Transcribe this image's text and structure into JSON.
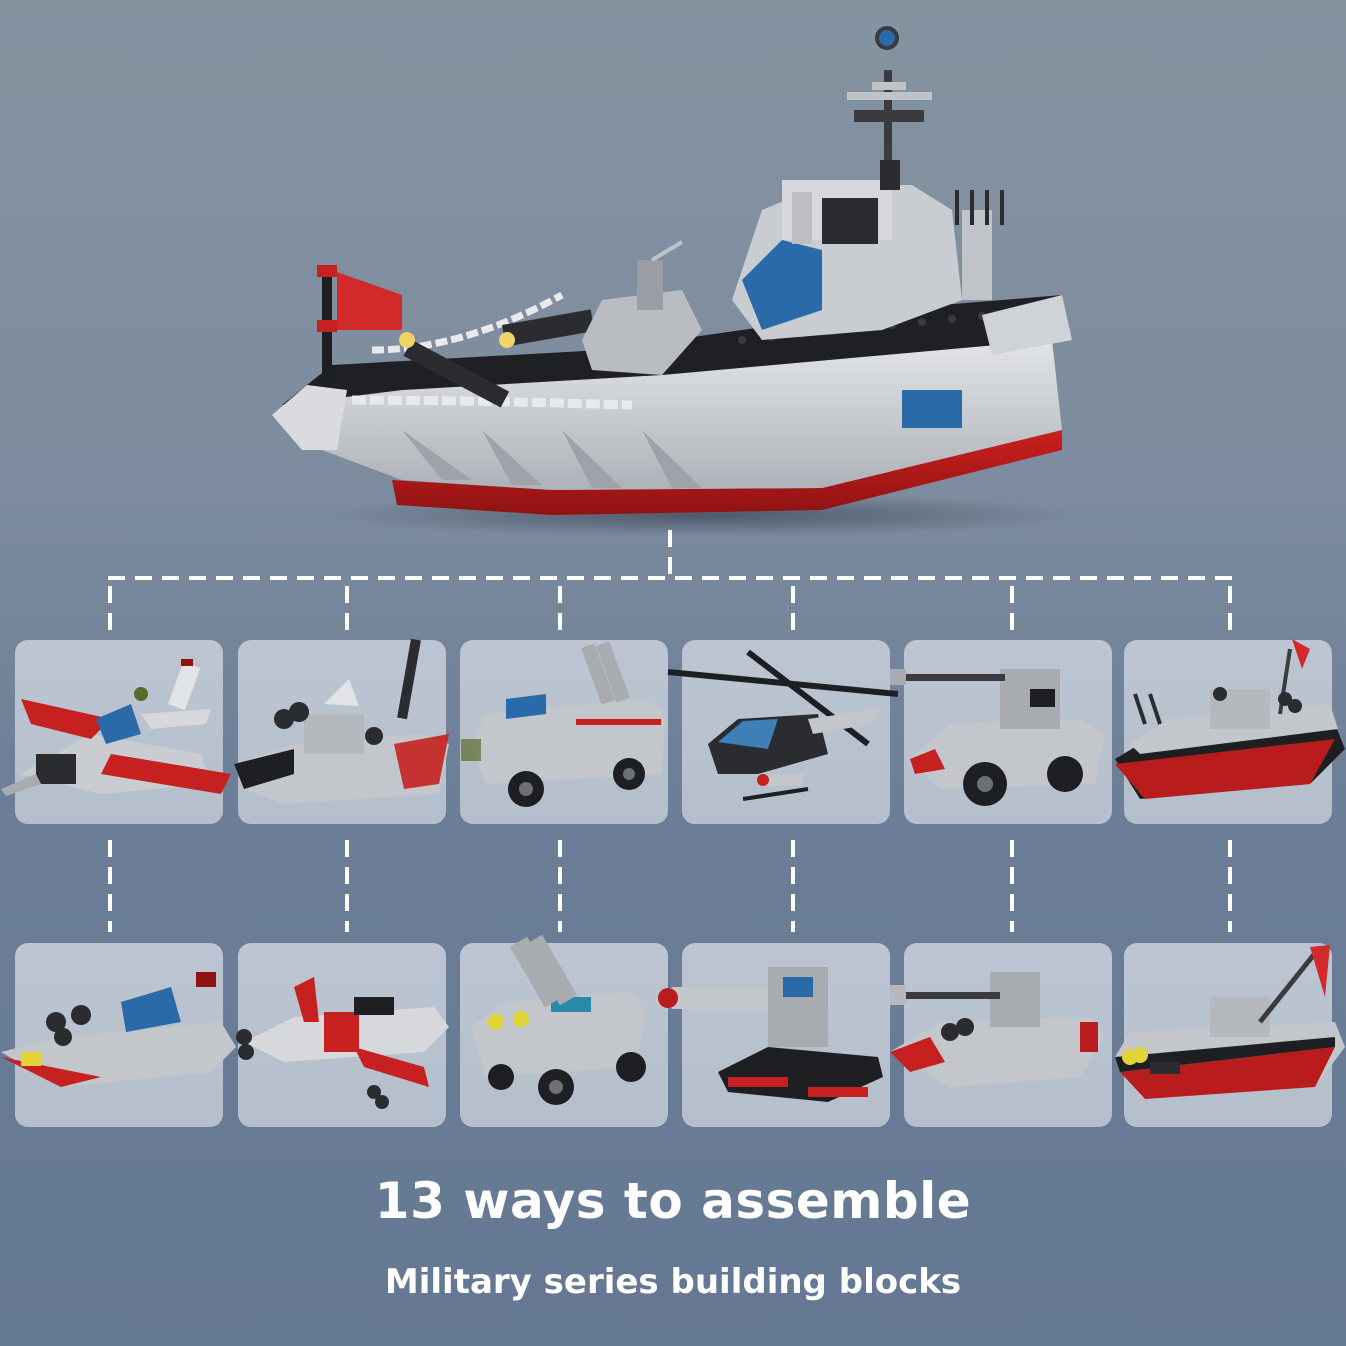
{
  "headline": {
    "title": "13 ways to assemble",
    "subtitle": "Military series building blocks"
  },
  "hero": {
    "name": "battleship-main-model",
    "colors": {
      "hull_red": "#b81c1c",
      "hull_grey": "#c9ccd1",
      "deck_black": "#1e1f22",
      "glass_blue": "#2a6aa8",
      "flag_red": "#d22a2a"
    }
  },
  "models": {
    "row1": [
      {
        "name": "fighter-jet"
      },
      {
        "name": "gun-boat-turret"
      },
      {
        "name": "armored-truck-launcher"
      },
      {
        "name": "attack-helicopter"
      },
      {
        "name": "tank-cannon-vehicle"
      },
      {
        "name": "patrol-boat"
      }
    ],
    "row2": [
      {
        "name": "speed-boat"
      },
      {
        "name": "jet-fighter"
      },
      {
        "name": "missile-vehicle"
      },
      {
        "name": "cannon-turret-sled"
      },
      {
        "name": "tank-hovercraft"
      },
      {
        "name": "gunboat-with-flag"
      }
    ]
  },
  "theme": {
    "background_top": "#8593a1",
    "background_bottom": "#657893",
    "card_bg": "#b8c2cf",
    "connector": "#ffffff",
    "text": "#ffffff"
  }
}
